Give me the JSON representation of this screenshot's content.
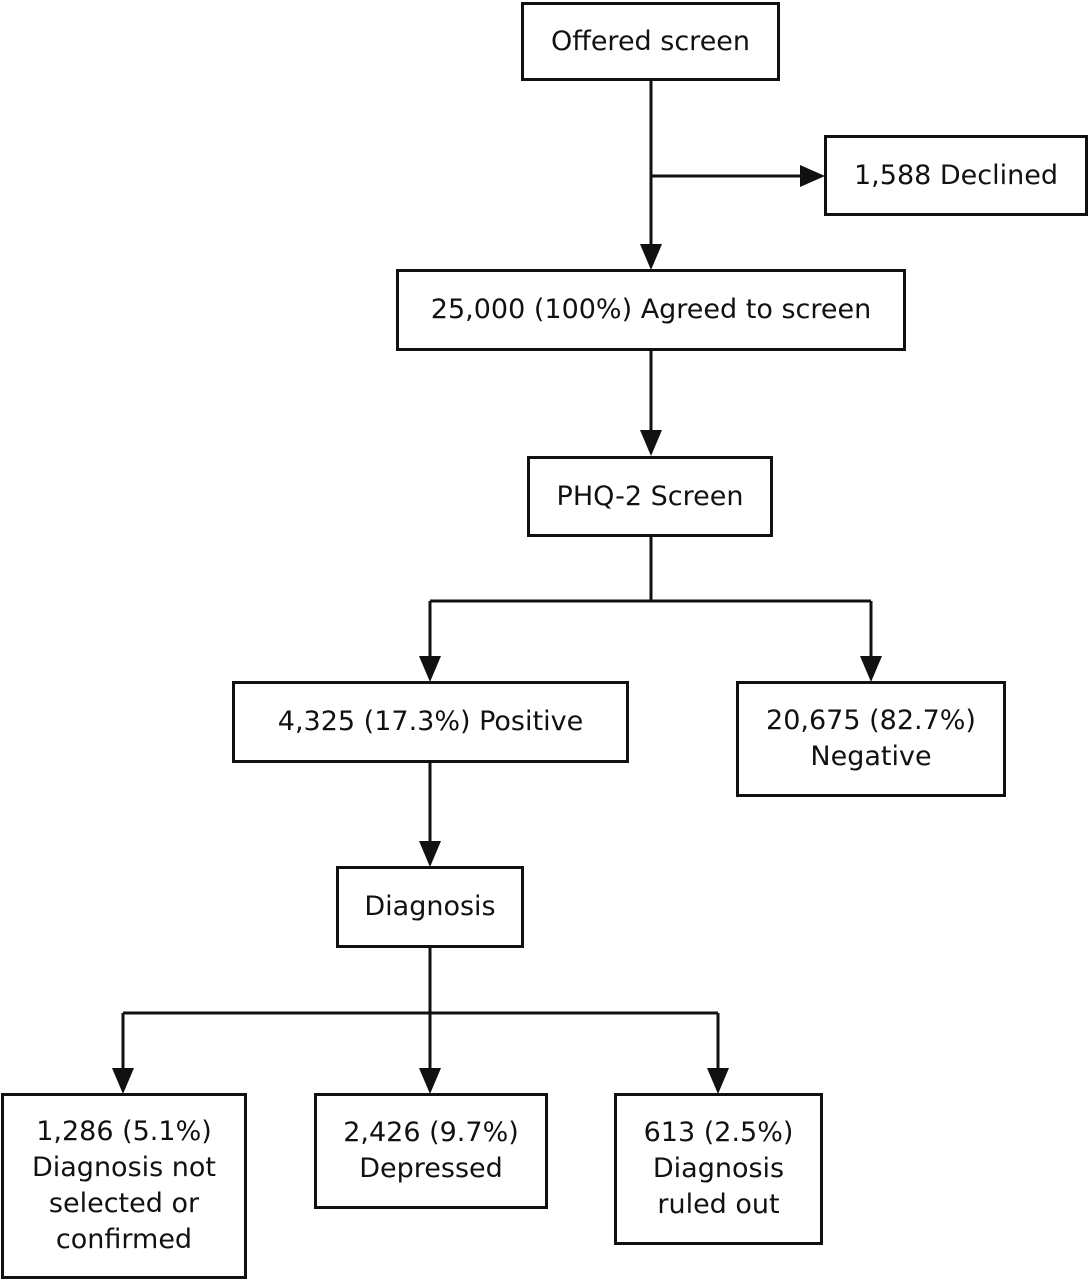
{
  "diagram": {
    "offered": {
      "line1": "Offered screen"
    },
    "declined": {
      "line1": "1,588 Declined"
    },
    "agreed": {
      "line1": "25,000 (100%) Agreed to screen"
    },
    "phq2": {
      "line1": "PHQ-2 Screen"
    },
    "positive": {
      "line1": "4,325 (17.3%) Positive"
    },
    "negative": {
      "line1": "20,675 (82.7%)",
      "line2": "Negative"
    },
    "diagnosis": {
      "line1": "Diagnosis"
    },
    "not_selected": {
      "line1": "1,286 (5.1%)",
      "line2": "Diagnosis not",
      "line3": "selected or",
      "line4": "confirmed"
    },
    "depressed": {
      "line1": "2,426 (9.7%)",
      "line2": "Depressed"
    },
    "ruled_out": {
      "line1": "613 (2.5%)",
      "line2": "Diagnosis",
      "line3": "ruled out"
    }
  }
}
